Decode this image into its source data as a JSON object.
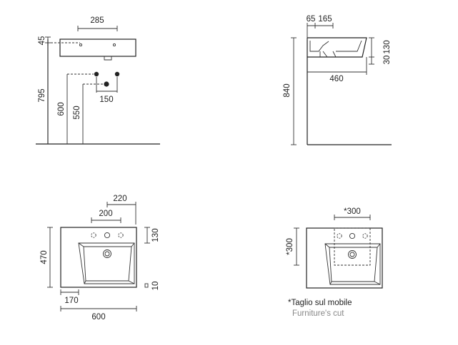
{
  "front_view": {
    "width_285": "285",
    "height_45": "45",
    "height_795": "795",
    "height_600": "600",
    "height_550": "550",
    "spacing_150": "150"
  },
  "side_view": {
    "depth_65": "65",
    "depth_165": "165",
    "depth_460": "460",
    "height_30": "30",
    "height_130": "130",
    "height_840": "840"
  },
  "top_view": {
    "width_220": "220",
    "width_200": "200",
    "depth_470": "470",
    "depth_130": "130",
    "height_10": "10",
    "width_170": "170",
    "width_600": "600"
  },
  "cut_view": {
    "width_300": "*300",
    "height_300": "*300",
    "note_it": "*Taglio sul mobile",
    "note_en": "Furniture's cut"
  }
}
